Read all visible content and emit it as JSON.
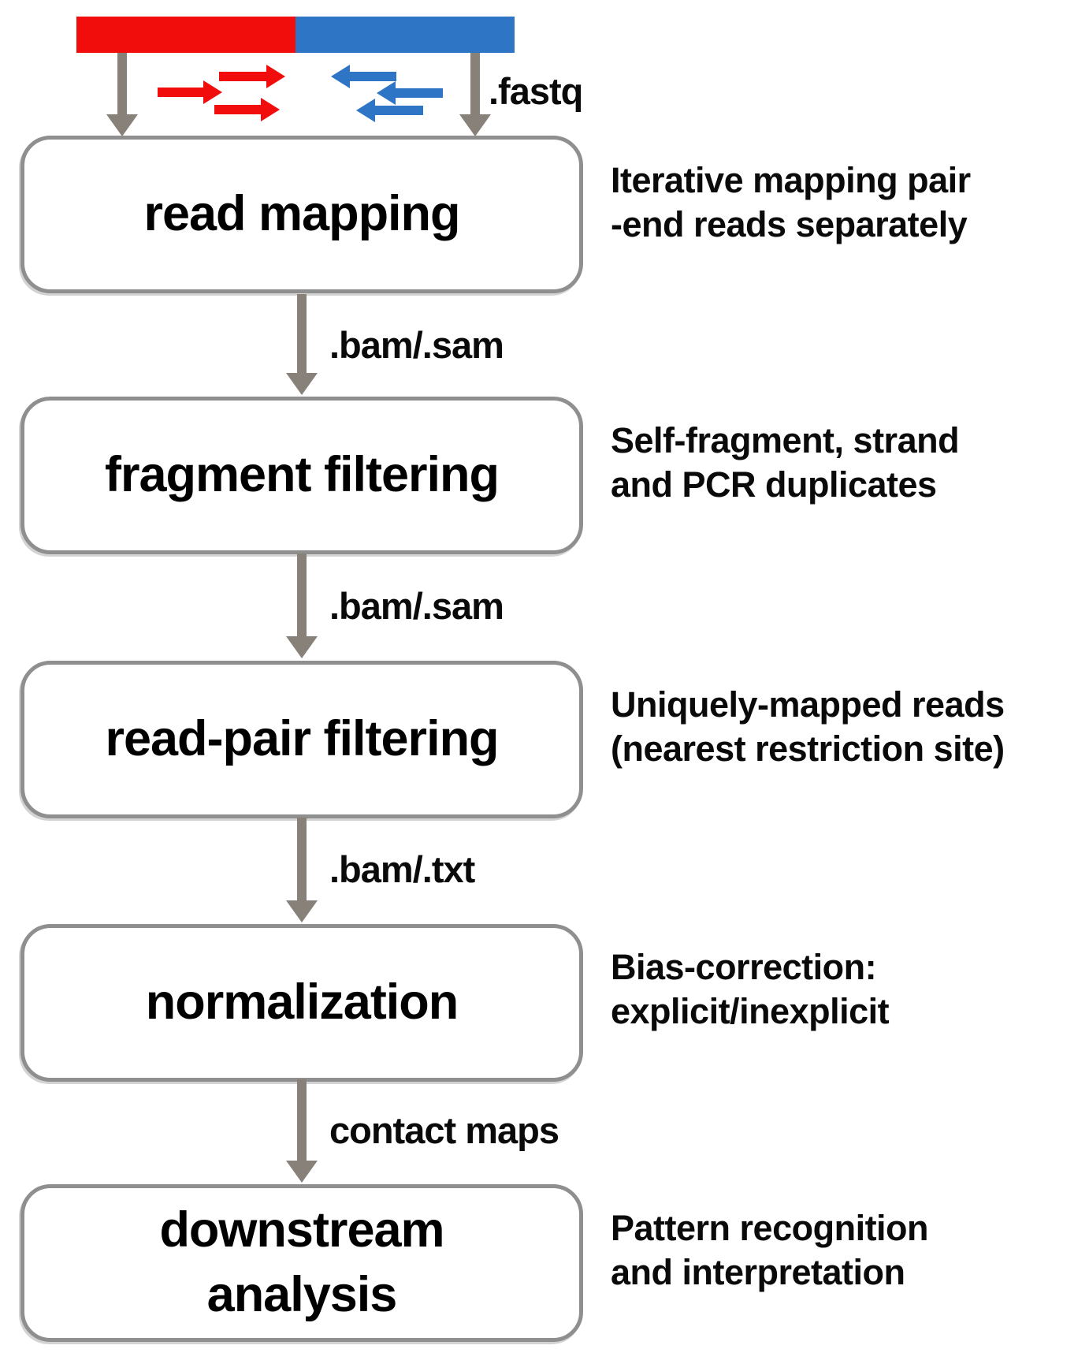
{
  "colors": {
    "red": "#f20d0d",
    "blue": "#2e75c6",
    "gray_arrow": "#87817a",
    "box_border": "#8f8f8f",
    "text": "#0d0d0d"
  },
  "input": {
    "fastq_label": ".fastq",
    "read1_icon": "red-forward-read-arrows",
    "read2_icon": "blue-reverse-read-arrows"
  },
  "steps": [
    {
      "label": "read mapping",
      "annotation": "Iterative mapping pair\n-end reads separately",
      "output_label": ".bam/.sam"
    },
    {
      "label": "fragment filtering",
      "annotation": "Self-fragment, strand\nand PCR duplicates",
      "output_label": ".bam/.sam"
    },
    {
      "label": "read-pair filtering",
      "annotation": "Uniquely-mapped reads\n(nearest restriction site)",
      "output_label": ".bam/.txt"
    },
    {
      "label": "normalization",
      "annotation": "Bias-correction:\nexplicit/inexplicit",
      "output_label": "contact maps"
    },
    {
      "label": "downstream\nanalysis",
      "annotation": "Pattern recognition\nand interpretation",
      "output_label": null
    }
  ]
}
